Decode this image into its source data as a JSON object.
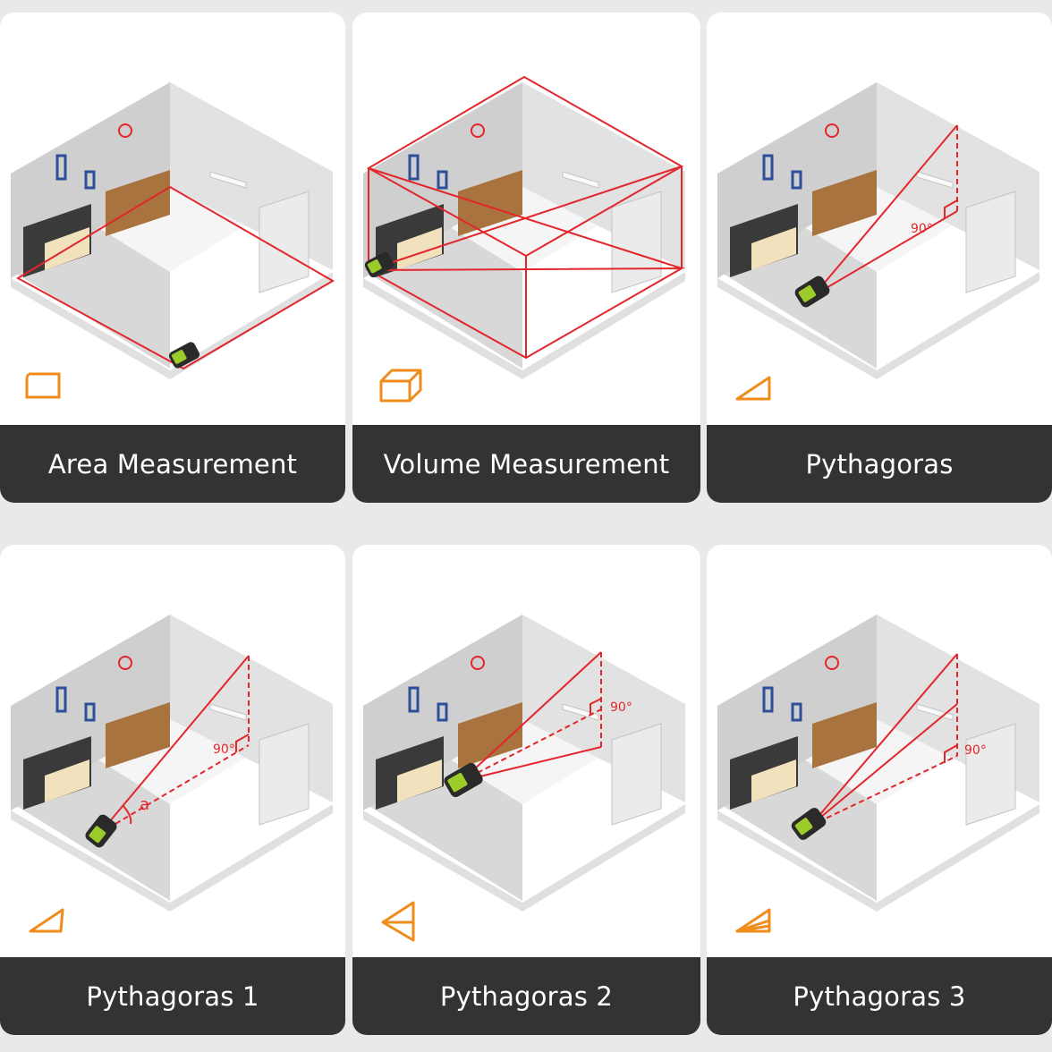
{
  "colors": {
    "background": "#e9e9e9",
    "card": "#ffffff",
    "caption_bar": "#333333",
    "caption_text": "#ffffff",
    "laser": "#e3262b",
    "mode_icon": "#f08c1a",
    "device_green": "#9ccc2a"
  },
  "cards": [
    {
      "label": "Area Measurement",
      "mode": "area",
      "icon": "rectangle-outline-icon"
    },
    {
      "label": "Volume Measurement",
      "mode": "volume",
      "icon": "box-outline-icon"
    },
    {
      "label": "Pythagoras",
      "mode": "pythagoras",
      "icon": "right-triangle-icon",
      "angle_label": "90°"
    },
    {
      "label": "Pythagoras 1",
      "mode": "pythagoras1",
      "icon": "triangle-icon",
      "angle_label": "90°",
      "angle_name": "a"
    },
    {
      "label": "Pythagoras 2",
      "mode": "pythagoras2",
      "icon": "double-triangle-icon",
      "angle_label": "90°"
    },
    {
      "label": "Pythagoras 3",
      "mode": "pythagoras3",
      "icon": "stacked-triangle-icon",
      "angle_label": "90°"
    }
  ]
}
